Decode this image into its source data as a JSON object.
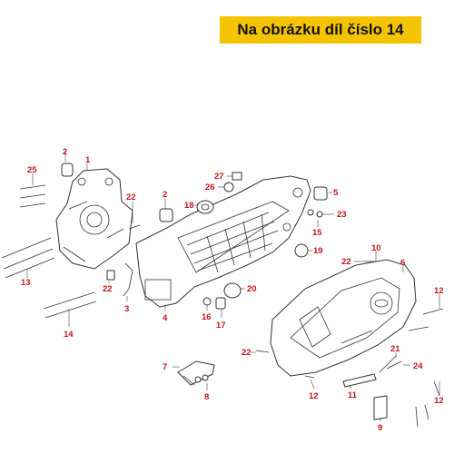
{
  "banner": {
    "text": "Na obrázku díl číslo 14",
    "color": "#f5c400"
  },
  "label_color": "#c0161b",
  "callouts": [
    "1",
    "2",
    "25",
    "22",
    "13",
    "22",
    "3",
    "2",
    "27",
    "26",
    "18",
    "5",
    "23",
    "15",
    "19",
    "4",
    "16",
    "17",
    "20",
    "10",
    "22",
    "6",
    "12",
    "22",
    "7",
    "8",
    "14",
    "21",
    "24",
    "11",
    "9",
    "12",
    "12"
  ]
}
